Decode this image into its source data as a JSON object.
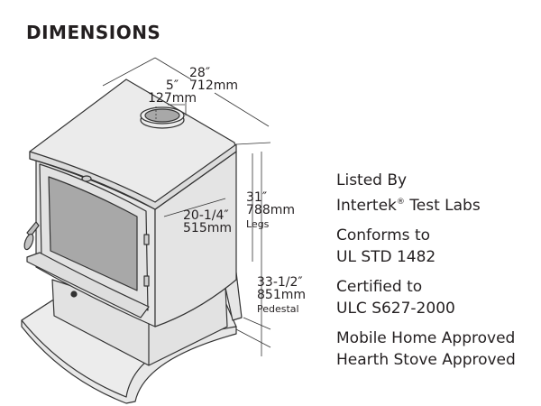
{
  "title": "DIMENSIONS",
  "dimensions": {
    "flue": {
      "inches": "5″",
      "mm": "127mm"
    },
    "depth": {
      "inches": "28″",
      "mm": "712mm"
    },
    "width": {
      "inches": "20-1/4″",
      "mm": "515mm"
    },
    "height_legs": {
      "inches": "31″",
      "mm": "788mm",
      "label": "Legs"
    },
    "height_pedestal": {
      "inches": "33-1/2″",
      "mm": "851mm",
      "label": "Pedestal"
    }
  },
  "certifications": [
    {
      "line1": "Listed By",
      "line2_prefix": "Intertek",
      "line2_mark": "®",
      "line2_suffix": " Test Labs"
    },
    {
      "line1": "Conforms to",
      "line2": "UL STD 1482"
    },
    {
      "line1": "Certified to",
      "line2": "ULC S627-2000"
    },
    {
      "line1": "Mobile Home Approved",
      "line2": "Hearth Stove Approved"
    }
  ],
  "colors": {
    "stove_body": "#e6e6e6",
    "glass": "#a8a8a8",
    "outline": "#333333",
    "text": "#231f20"
  }
}
